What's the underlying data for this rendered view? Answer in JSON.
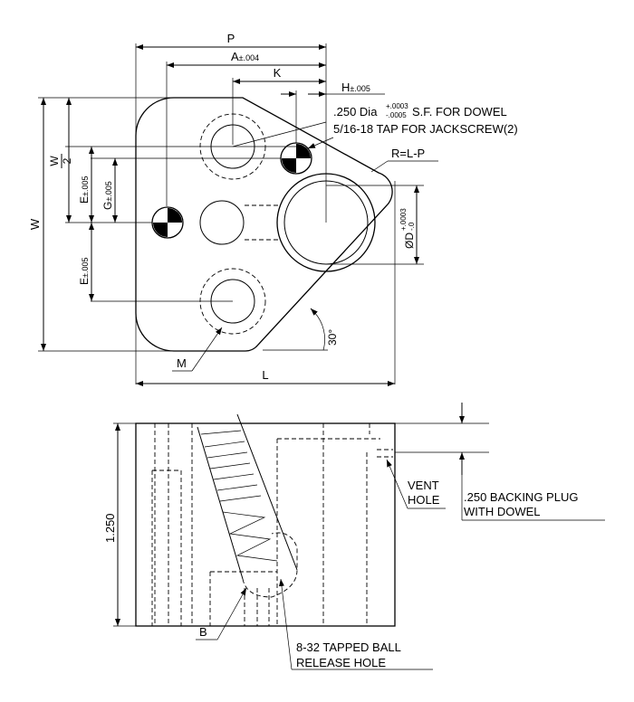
{
  "top_view": {
    "dims": {
      "P": "P",
      "A": "A",
      "A_tol": "±.004",
      "K": "K",
      "H": "H",
      "H_tol": "±.005",
      "W": "W",
      "W_half_num": "W",
      "W_half_den": "2",
      "E_upper": "E",
      "E_upper_tol": "±.005",
      "G": "G",
      "G_tol": "±.005",
      "E_lower": "E",
      "E_lower_tol": "±.005",
      "D": "ØD",
      "D_tol_upper": "+.0003",
      "D_tol_lower": "-.0",
      "R": "R=L-P",
      "angle": "30°",
      "M": "M",
      "L": "L"
    },
    "notes": {
      "dowel_prefix": ".250 Dia",
      "dowel_tol_upper": "+.0003",
      "dowel_tol_lower": "-.0005",
      "dowel_suffix": "S.F. FOR DOWEL",
      "jackscrew": "5/16-18 TAP FOR JACKSCREW(2)"
    }
  },
  "side_view": {
    "height": "1.250",
    "vent_line1": "VENT",
    "vent_line2": "HOLE",
    "backing_line1": ".250 BACKING PLUG",
    "backing_line2": "WITH DOWEL",
    "B": "B",
    "ball_line1": "8-32 TAPPED BALL",
    "ball_line2": "RELEASE HOLE"
  }
}
